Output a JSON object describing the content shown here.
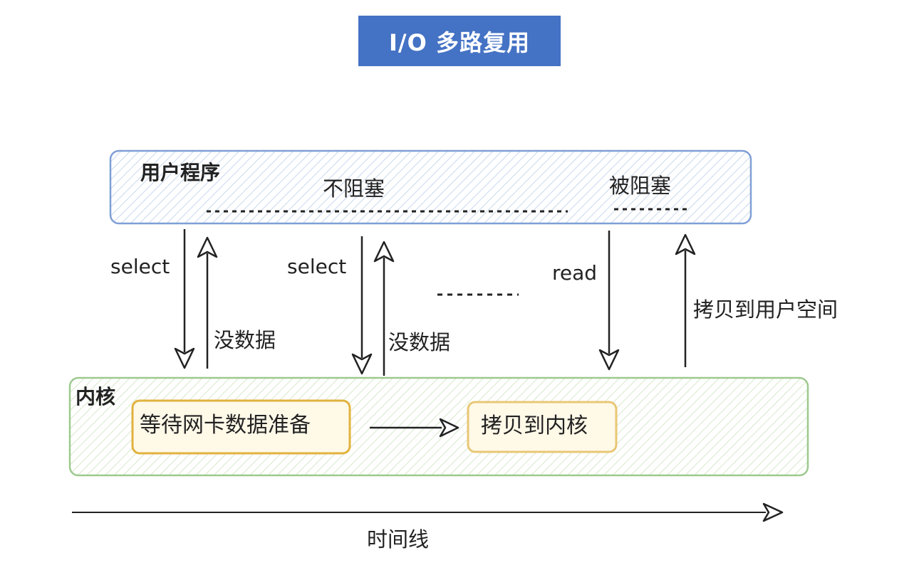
{
  "title": "I/O 多路复用",
  "user_program": {
    "label": "用户程序",
    "non_blocking": "不阻塞",
    "blocked": "被阻塞"
  },
  "kernel": {
    "label": "内核",
    "wait_data": "等待网卡数据准备",
    "copy_to_kernel": "拷贝到内核"
  },
  "calls": {
    "select_1": "select",
    "no_data_1": "没数据",
    "select_2": "select",
    "no_data_2": "没数据",
    "read": "read",
    "copy_to_user": "拷贝到用户空间"
  },
  "timeline": "时间线",
  "colors": {
    "title_bg": "#4472c4",
    "user_box_border": "#7f9fd6",
    "user_box_hatch": "#c9d8ee",
    "kernel_box_border": "#9dc98d",
    "kernel_box_hatch": "#d7e8cc",
    "inner_box_border": "#e1b23e",
    "inner_box_fill": "#fff9e8"
  }
}
